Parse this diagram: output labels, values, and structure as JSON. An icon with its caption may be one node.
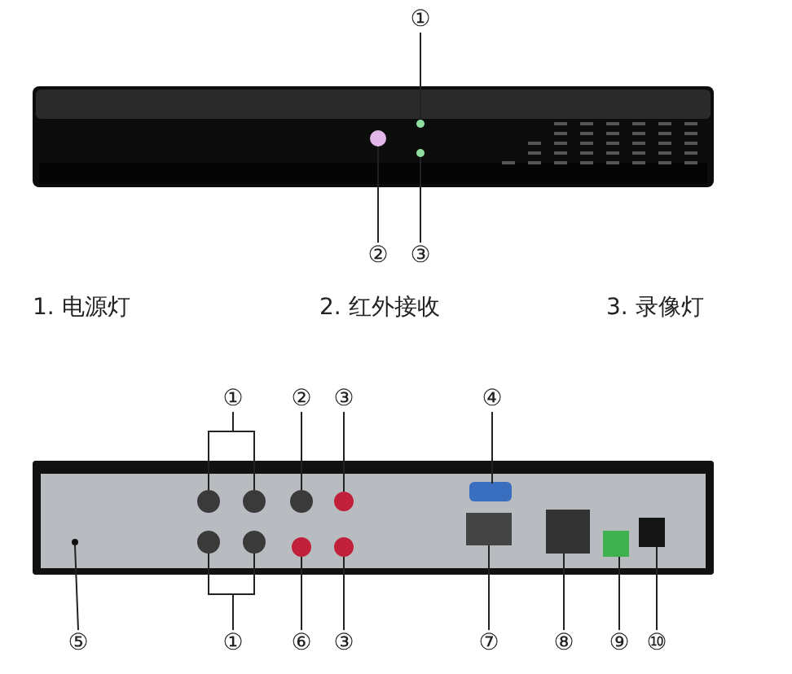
{
  "diagram": {
    "nodes": [
      {
        "text": [
          "①"
        ]
      },
      {
        "text": [
          "②"
        ]
      },
      {
        "text": [
          "③"
        ]
      },
      {
        "text": [
          "①"
        ]
      },
      {
        "text": [
          "②"
        ]
      },
      {
        "text": [
          "③"
        ]
      },
      {
        "text": [
          "④"
        ]
      },
      {
        "text": [
          "⑤"
        ]
      },
      {
        "text": [
          "①"
        ]
      },
      {
        "text": [
          "⑥"
        ]
      },
      {
        "text": [
          "③"
        ]
      },
      {
        "text": [
          "⑦"
        ]
      },
      {
        "text": [
          "⑧"
        ]
      },
      {
        "text": [
          "⑨"
        ]
      },
      {
        "text": [
          "⑩"
        ]
      }
    ],
    "edges": [
      {
        "from": 0,
        "to": null,
        "arrow": "none"
      },
      {
        "from": 1,
        "to": null,
        "arrow": "none"
      },
      {
        "from": 2,
        "to": null,
        "arrow": "none"
      },
      {
        "from": 3,
        "to": null,
        "arrow": "none"
      },
      {
        "from": 3,
        "to": null,
        "arrow": "none"
      },
      {
        "from": 4,
        "to": null,
        "arrow": "none"
      },
      {
        "from": 5,
        "to": null,
        "arrow": "none"
      },
      {
        "from": 6,
        "to": null,
        "arrow": "none"
      },
      {
        "from": 7,
        "to": null,
        "arrow": "none"
      },
      {
        "from": 8,
        "to": null,
        "arrow": "none"
      },
      {
        "from": 8,
        "to": null,
        "arrow": "none"
      },
      {
        "from": 9,
        "to": null,
        "arrow": "none"
      },
      {
        "from": 10,
        "to": null,
        "arrow": "none"
      },
      {
        "from": 11,
        "to": null,
        "arrow": "none"
      },
      {
        "from": 12,
        "to": null,
        "arrow": "none"
      },
      {
        "from": 13,
        "to": null,
        "arrow": "none"
      },
      {
        "from": 14,
        "to": null,
        "arrow": "none"
      }
    ],
    "labels": [
      "1. 电源灯",
      "2. 红外接收",
      "3. 录像灯"
    ]
  }
}
